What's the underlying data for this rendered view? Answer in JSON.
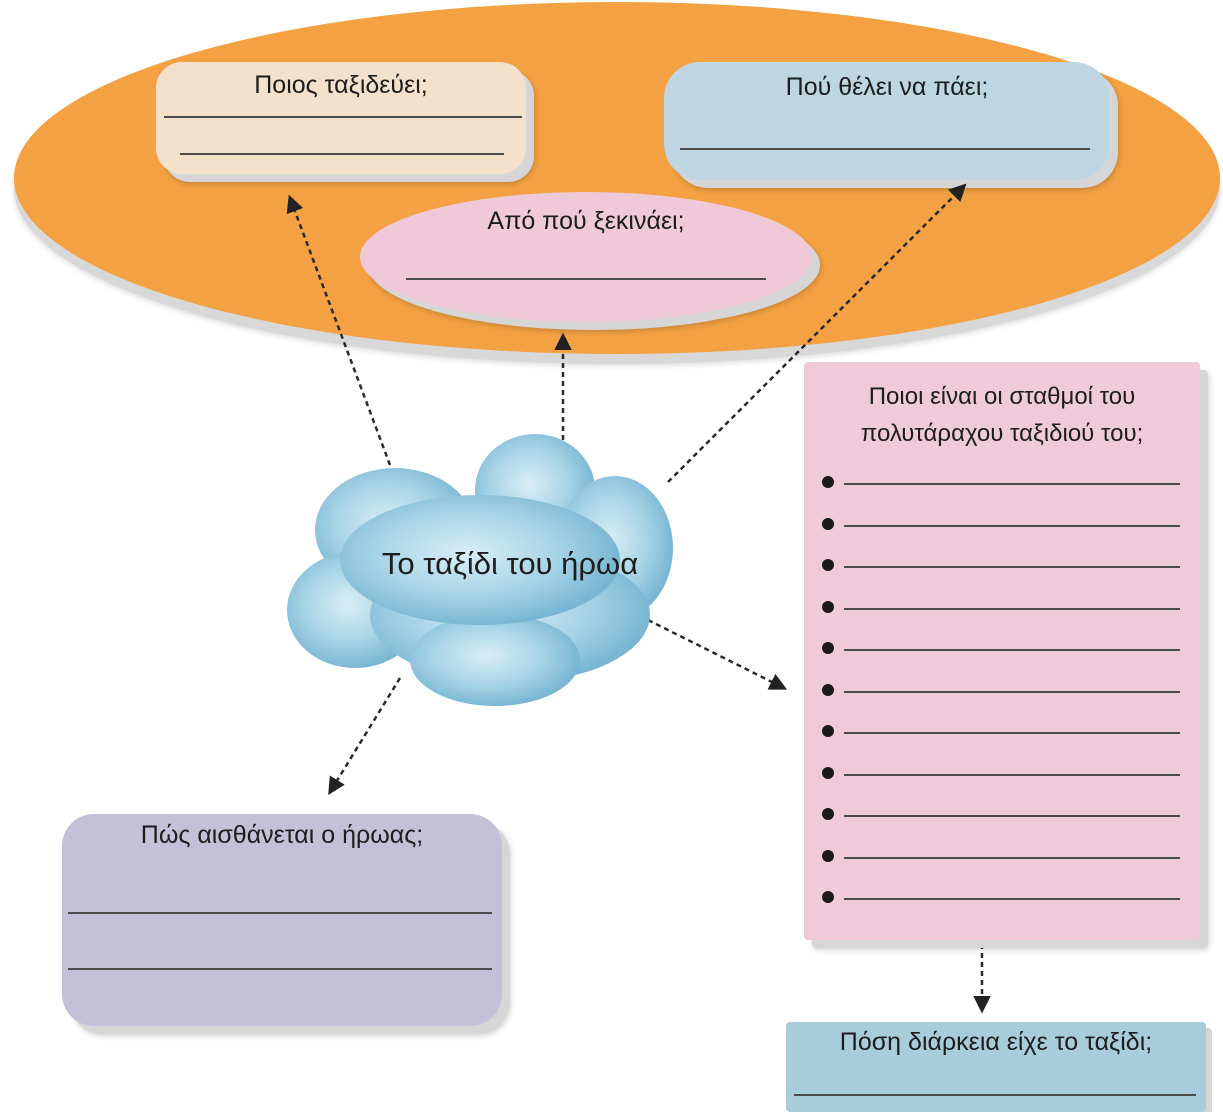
{
  "center": {
    "label": "Το ταξίδι του ήρωα"
  },
  "boxes": {
    "who": {
      "label": "Ποιος ταξιδεύει;"
    },
    "where": {
      "label": "Πού θέλει να πάει;"
    },
    "from": {
      "label": "Από πού ξεκινάει;"
    },
    "stations": {
      "label": "Ποιοι είναι οι σταθμοί του πολυτάραχου ταξιδιού του;",
      "bullet_count": 11
    },
    "feels": {
      "label": "Πώς αισθάνεται ο ήρωας;"
    },
    "duration": {
      "label": "Πόση διάρκεια είχε το ταξίδι;"
    }
  },
  "colors": {
    "oval": "#f3a142",
    "who": "#f3e1cc",
    "where": "#bdd6e2",
    "from": "#efc9d8",
    "stations": "#efcad8",
    "feels": "#c4c0d8",
    "duration": "#a9ccdb",
    "cloud": "#8cc4dc"
  }
}
